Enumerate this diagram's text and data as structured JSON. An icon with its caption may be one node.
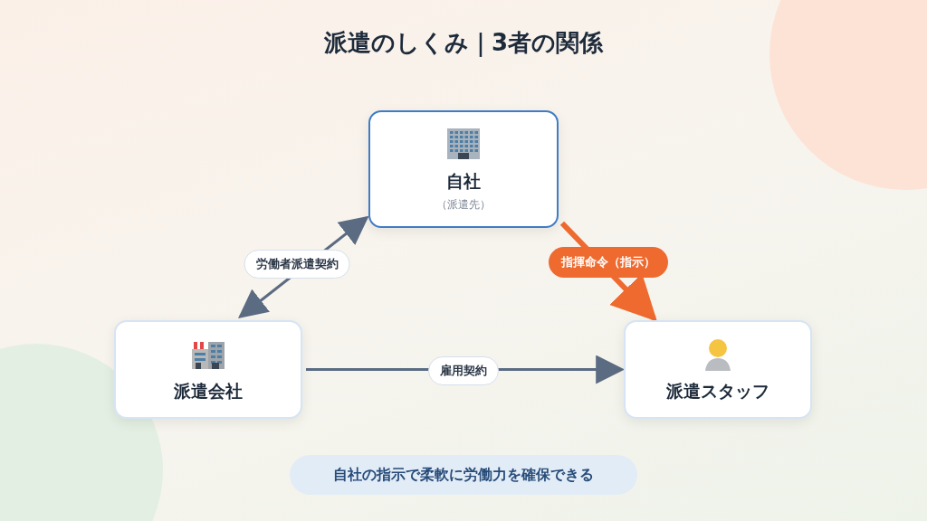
{
  "diagram": {
    "title": "派遣のしくみ｜3者の関係",
    "nodes": [
      {
        "text": [
          "自社",
          "（派遣先）"
        ]
      },
      {
        "text": [
          "派遣会社"
        ]
      },
      {
        "text": [
          "派遣スタッフ"
        ]
      },
      {
        "text": [
          "自社の指示で柔軟に労働力を確保できる"
        ]
      }
    ],
    "edges": [
      {
        "from": 1,
        "to": 0,
        "arrow": "both",
        "label": "労働者派遣契約"
      },
      {
        "from": 1,
        "to": 2,
        "arrow": "to",
        "label": "雇用契約"
      },
      {
        "from": 0,
        "to": 2,
        "arrow": "to",
        "label": "指揮命令（指示）",
        "style": "thick",
        "color": "#ee6a2f"
      }
    ]
  }
}
